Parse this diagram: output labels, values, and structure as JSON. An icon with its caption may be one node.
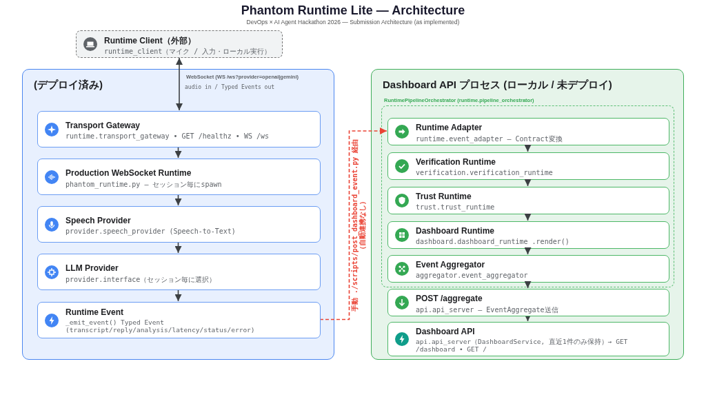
{
  "diagram": {
    "title": "Phantom Runtime Lite — Architecture",
    "caption": "DevOps × AI Agent Hackathon 2026 — Submission Architecture (as implemented)",
    "nodes": [
      {
        "text": [
          "Runtime Client（外部）",
          "runtime_client（マイク / 入力・ローカル実行）"
        ]
      },
      {
        "text": [
          "(デプロイ済み)"
        ]
      },
      {
        "text": [
          "Transport Gateway",
          "runtime.transport_gateway • GET /healthz • WS /ws"
        ],
        "in": 1
      },
      {
        "text": [
          "Production WebSocket Runtime",
          "phantom_runtime.py — セッション毎にspawn"
        ],
        "in": 1
      },
      {
        "text": [
          "Speech Provider",
          "provider.speech_provider (Speech-to-Text)"
        ],
        "in": 1
      },
      {
        "text": [
          "LLM Provider",
          "provider.interface（セッション毎に選択）"
        ],
        "in": 1
      },
      {
        "text": [
          "Runtime Event",
          "_emit_event() Typed Event (transcript/reply/analysis/latency/status/error)"
        ],
        "in": 1
      },
      {
        "text": [
          "Dashboard API プロセス (ローカル / 未デプロイ)"
        ]
      },
      {
        "text": [
          "RuntimePipelineOrchestrator (runtime.pipeline_orchestrator)"
        ],
        "in": 7
      },
      {
        "text": [
          "Runtime Adapter",
          "runtime.event_adapter — Contract変換"
        ],
        "in": 8
      },
      {
        "text": [
          "Verification Runtime",
          "verification.verification_runtime"
        ],
        "in": 8
      },
      {
        "text": [
          "Trust Runtime",
          "trust.trust_runtime"
        ],
        "in": 8
      },
      {
        "text": [
          "Dashboard Runtime",
          "dashboard.dashboard_runtime .render()"
        ],
        "in": 8
      },
      {
        "text": [
          "Event Aggregator",
          "aggregator.event_aggregator"
        ],
        "in": 8
      },
      {
        "text": [
          "POST /aggregate",
          "api.api_server — EventAggregate送信"
        ],
        "in": 7
      },
      {
        "text": [
          "Dashboard API",
          "api.api_server（DashboardService, 直近1件のみ保持）→ GET /dashboard • GET /"
        ],
        "in": 7
      }
    ],
    "edges": [
      {
        "from": 0,
        "to": 2,
        "arrow": "both",
        "label": "WebSocket (WS /ws?provider=openai|gemini)"
      },
      {
        "from": 2,
        "to": 3,
        "arrow": "to"
      },
      {
        "from": 3,
        "to": 4,
        "arrow": "to"
      },
      {
        "from": 4,
        "to": 5,
        "arrow": "to"
      },
      {
        "from": 5,
        "to": 6,
        "arrow": "to"
      },
      {
        "from": 6,
        "to": 9,
        "arrow": "to",
        "style": "dashed",
        "color": "#ea4335",
        "label": "手動 ./scripts/post_dashboard_event.py 経由（自動連携なし）"
      },
      {
        "from": 9,
        "to": 10,
        "arrow": "to"
      },
      {
        "from": 10,
        "to": 11,
        "arrow": "to"
      },
      {
        "from": 11,
        "to": 12,
        "arrow": "to"
      },
      {
        "from": 12,
        "to": 13,
        "arrow": "to"
      },
      {
        "from": 13,
        "to": 14,
        "arrow": "to"
      },
      {
        "from": 14,
        "to": 15,
        "arrow": "to"
      }
    ],
    "labels": [
      "audio in / Typed Events out"
    ]
  }
}
